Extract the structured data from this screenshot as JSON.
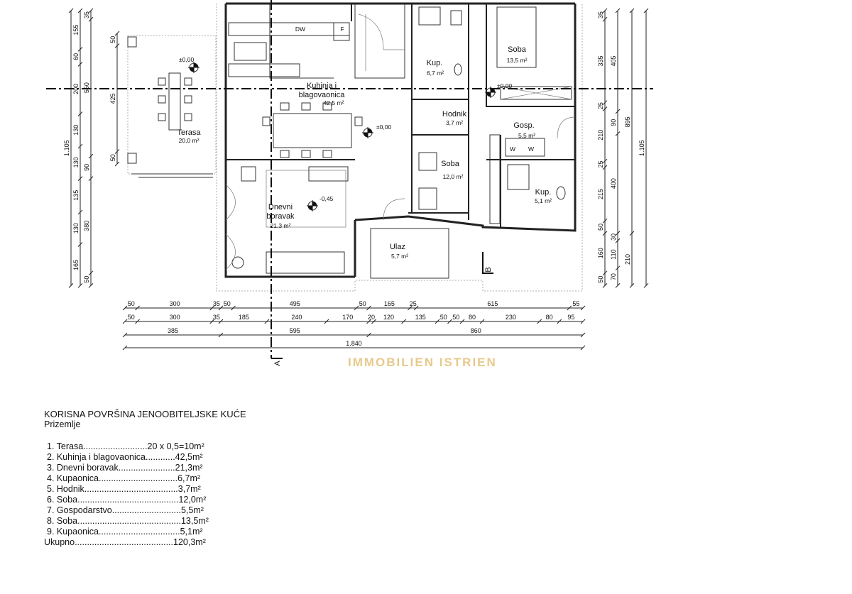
{
  "plan": {
    "rooms": [
      {
        "name": "Kuhinja i",
        "name2": "blagovaonica",
        "area": "42,5 m²"
      },
      {
        "name": "Terasa",
        "area": "20,0 m²"
      },
      {
        "name": "Dnevni",
        "name2": "boravak",
        "area": "21,3 m²"
      },
      {
        "name": "Ulaz",
        "area": "5,7 m²"
      },
      {
        "name": "Kup.",
        "area": "6,7 m²"
      },
      {
        "name": "Hodnik",
        "area": "3,7 m²"
      },
      {
        "name": "Soba",
        "area": "12,0 m²"
      },
      {
        "name": "Soba",
        "area": "13,5 m²"
      },
      {
        "name": "Gosp.",
        "area": "5,5 m²"
      },
      {
        "name": "Kup.",
        "area": "5,1 m²"
      }
    ],
    "levels": [
      "±0,00",
      "±0,00",
      "±0,00",
      "-0,45"
    ],
    "section_labels": {
      "a": "A",
      "b": "B"
    },
    "appliance_labels": {
      "dw": "DW",
      "f": "F",
      "w1": "W",
      "w2": "W"
    },
    "watermark": "IMMOBILIEN ISTRIEN"
  },
  "dimensions": {
    "bottom": [
      [
        50,
        300,
        35,
        50,
        495,
        50,
        165,
        25,
        615,
        55
      ],
      [
        50,
        300,
        35,
        185,
        240,
        170,
        20,
        120,
        135,
        50,
        50,
        80,
        230,
        80,
        95
      ],
      [
        385,
        595,
        860
      ],
      [
        "1.840"
      ]
    ],
    "left": [
      [
        "1.105"
      ],
      [
        155,
        60,
        200,
        130,
        130,
        135,
        130,
        165
      ],
      [
        35,
        550,
        90,
        380,
        50
      ],
      [
        50,
        425,
        50
      ]
    ],
    "right": [
      [
        35,
        335,
        25,
        210,
        25,
        215,
        50,
        160,
        50
      ],
      [
        405,
        90,
        400,
        30,
        110,
        70
      ],
      [
        895,
        210
      ],
      [
        "1.105"
      ]
    ]
  },
  "legend": {
    "title": "KORISNA POVRŠINA JENOOBITELJSKE KUĆE",
    "subtitle": "Prizemlje",
    "items": [
      "1. Terasa..........................20 x 0,5=10m²",
      "2. Kuhinja i blagovaonica............42,5m²",
      "3. Dnevni boravak.......................21,3m²",
      "4. Kupaonica................................6,7m²",
      "5. Hodnik......................................3,7m²",
      "6. Soba.........................................12,0m²",
      "7. Gospodarstvo............................5,5m²",
      "8. Soba..........................................13,5m²",
      "9. Kupaonica.................................5,1m²",
      "Ukupno........................................120,3m²"
    ]
  }
}
